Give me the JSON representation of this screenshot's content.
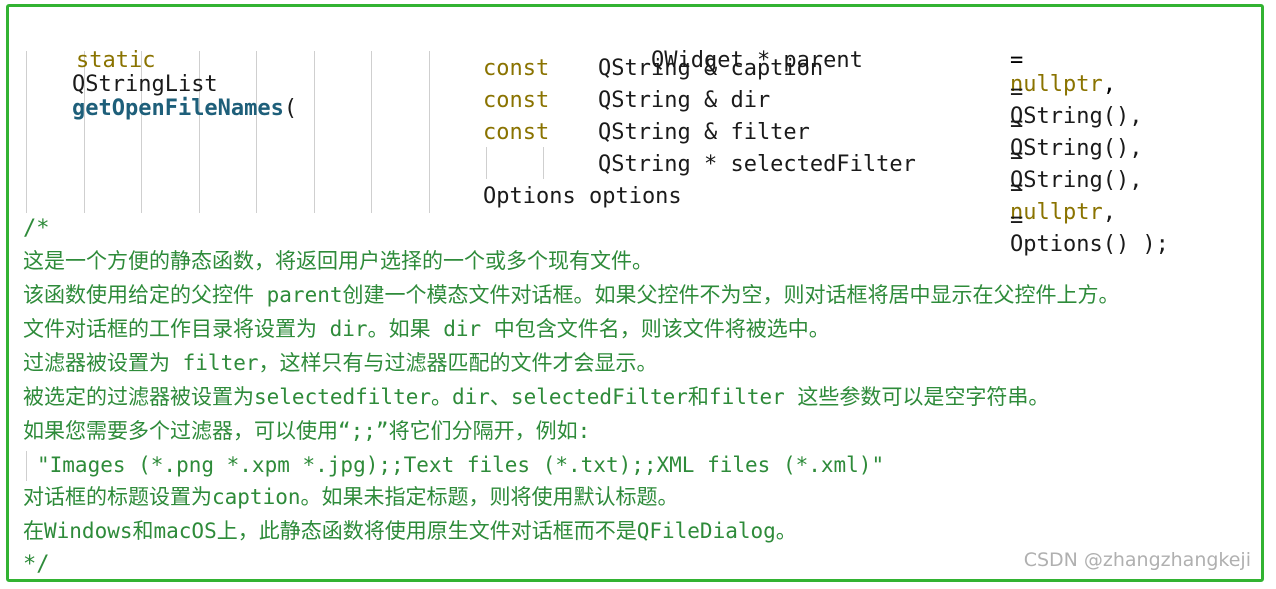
{
  "code": {
    "line1": {
      "kw_static": "static",
      "type_ret": "QStringList",
      "fn_name": "getOpenFileNames",
      "paren": "(",
      "param": "QWidget * parent",
      "eq": "=",
      "default_kw": "nullptr",
      "tail": ","
    },
    "line2": {
      "kw": "const",
      "param": "QString & caption",
      "eq": "=",
      "default": "QString(),"
    },
    "line3": {
      "kw": "const",
      "param": "QString & dir",
      "eq": "=",
      "default": "QString(),"
    },
    "line4": {
      "kw": "const",
      "param": "QString & filter",
      "eq": "=",
      "default": "QString(),"
    },
    "line5": {
      "param": "QString * selectedFilter",
      "eq": "=",
      "default_kw": "nullptr",
      "tail": ","
    },
    "line6": {
      "param": "Options options",
      "eq": "=",
      "default": "Options() );"
    }
  },
  "comment": {
    "open": "/*",
    "lines": [
      "这是一个方便的静态函数，将返回用户选择的一个或多个现有文件。",
      "该函数使用给定的父控件 parent创建一个模态文件对话框。如果父控件不为空，则对话框将居中显示在父控件上方。",
      "文件对话框的工作目录将设置为 dir。如果 dir 中包含文件名，则该文件将被选中。",
      "过滤器被设置为 filter，这样只有与过滤器匹配的文件才会显示。",
      "被选定的过滤器被设置为selectedfilter。dir、selectedFilter和filter 这些参数可以是空字符串。",
      "如果您需要多个过滤器，可以使用“;;”将它们分隔开，例如:"
    ],
    "example": "\"Images (*.png *.xpm *.jpg);;Text files (*.txt);;XML files (*.xml)\"",
    "after": [
      "对话框的标题设置为caption。如果未指定标题，则将使用默认标题。",
      "在Windows和macOS上，此静态函数将使用原生文件对话框而不是QFileDialog。"
    ],
    "close": "*/"
  },
  "watermark": "CSDN @zhangzhangkeji",
  "colors": {
    "border": "#32b332",
    "comment": "#2e8b3a",
    "keyword": "#8a7300",
    "function": "#1e5f7a"
  }
}
